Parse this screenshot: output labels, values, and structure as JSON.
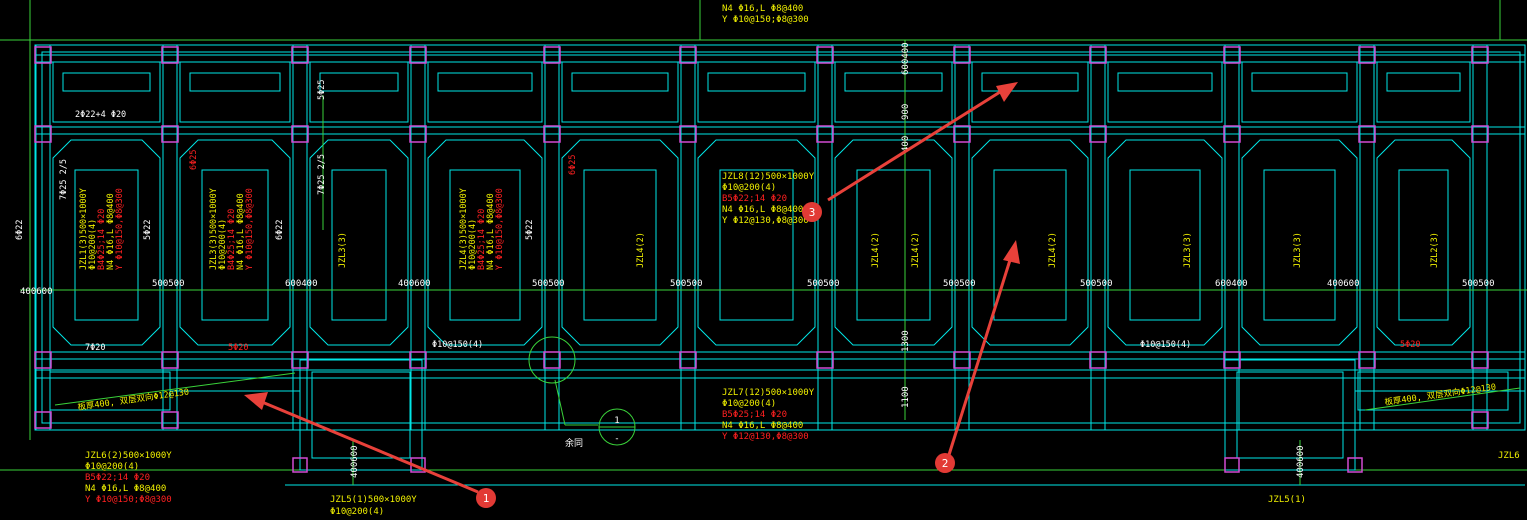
{
  "colors": {
    "background": "#000000",
    "outline": "#00e6e6",
    "column": "#d24ad2",
    "dimension": "#3ad23a",
    "text_yellow": "#f0f000",
    "text_red": "#ff2020",
    "text_white": "#ffffff",
    "marker": "#e23a35",
    "arrow": "#e8413a"
  },
  "top_annotation": {
    "line1": "N4 Φ16,L Φ8@400",
    "line2": "Y Φ10@150;Φ8@300"
  },
  "beam_labels": {
    "jzl6_header": "JZL6(2)500×1000Y",
    "jzl6_stirrup": "Φ10@200(4)",
    "jzl6_b": "B5Φ22;14 Φ20",
    "jzl6_n": "N4 Φ16,L Φ8@400",
    "jzl6_y": "Y Φ10@150;Φ8@300",
    "jzl7_header": "JZL7(12)500×1000Y",
    "jzl7_stirrup": "Φ10@200(4)",
    "jzl7_b": "B5Φ25;14 Φ20",
    "jzl7_n": "N4 Φ16,L Φ8@400",
    "jzl7_y": "Y Φ12@130,Φ8@300",
    "jzl8_header": "JZL8(12)500×1000Y",
    "jzl8_stirrup": "Φ10@200(4)",
    "jzl8_b": "B5Φ22;14 Φ20",
    "jzl8_n": "N4 Φ16,L Φ8@400",
    "jzl8_y": "Y Φ12@130,Φ8@300",
    "jzl5_header": "JZL5(1)500×1000Y",
    "jzl5_stirrup": "Φ10@200(4)",
    "jzl5_right": "JZL5(1)",
    "jzl_right_edge": "JZL6"
  },
  "vertical_beam_labels": {
    "jzl1": "JZL1(3)500×1000Y",
    "jzl1_s": "Φ10@200(4)",
    "jzl1_b": "B4Φ25;14 Φ20",
    "jzl1_n": "N4 Φ16,L Φ8@400",
    "jzl1_y": "Y Φ10@150,Φ8@300",
    "jzl3": "JZL3(3)500×1000Y",
    "jzl3_s": "Φ10@200(4)",
    "jzl3_b": "B4Φ25;14 Φ20",
    "jzl3_n": "N4 Φ16,L Φ8@400",
    "jzl3_y": "Y Φ10@150,Φ8@300",
    "jzl4": "JZL4(3)500×1000Y",
    "jzl4_s": "Φ10@200(4)",
    "jzl4_b": "B4Φ25;14 Φ20",
    "jzl4_n": "N4 Φ16,L Φ8@400",
    "jzl4_y": "Y Φ10@150,Φ8@300",
    "short_labels": [
      "JZL3(3)",
      "JZL4(2)",
      "JZL4(2)",
      "JZL4(2)",
      "JZL4(2)",
      "JZL3(3)",
      "JZL3(3)",
      "JZL2(3)"
    ]
  },
  "rebar_notes": {
    "r_2d22": "2Φ22+4 Φ20",
    "r_6d22_a": "6Φ22",
    "r_7d25": "7Φ25 2/5",
    "r_5d22_a": "5Φ22",
    "r_6d25": "6Φ25",
    "r_6d22_b": "6Φ22",
    "r_7d25b": "7Φ25 2/5",
    "r_5d25_top": "5Φ25",
    "r_5d22_b": "5Φ22",
    "r_6d25_b": "6Φ25",
    "r_7d20": "7Φ20",
    "r_5d20_a": "5Φ20",
    "r_5d20_b": "5Φ20",
    "r_stir_a": "Φ10@150(4)",
    "r_stir_b": "Φ10@150(4)",
    "slab_left": "板厚400, 双层双向Φ12@130",
    "slab_right": "板厚400, 双层双向Φ12@130"
  },
  "dimensions": {
    "d1": "400600",
    "d2": "500500",
    "d3": "600400",
    "d4": "400600",
    "d5": "500500",
    "d6": "500500",
    "d7": "500500",
    "d8": "500500",
    "d9": "500500",
    "d10": "600400",
    "d11": "400600",
    "d12": "500500",
    "v_top": "600400",
    "v_900": "900",
    "v_400": "400",
    "v_1300": "1300",
    "v_1100": "1100",
    "v_lower_left": "400600",
    "v_lower_right": "400600"
  },
  "section_marker": {
    "top": "1",
    "bottom": "-",
    "caption": "余同"
  },
  "callouts": [
    "1",
    "2",
    "3"
  ]
}
